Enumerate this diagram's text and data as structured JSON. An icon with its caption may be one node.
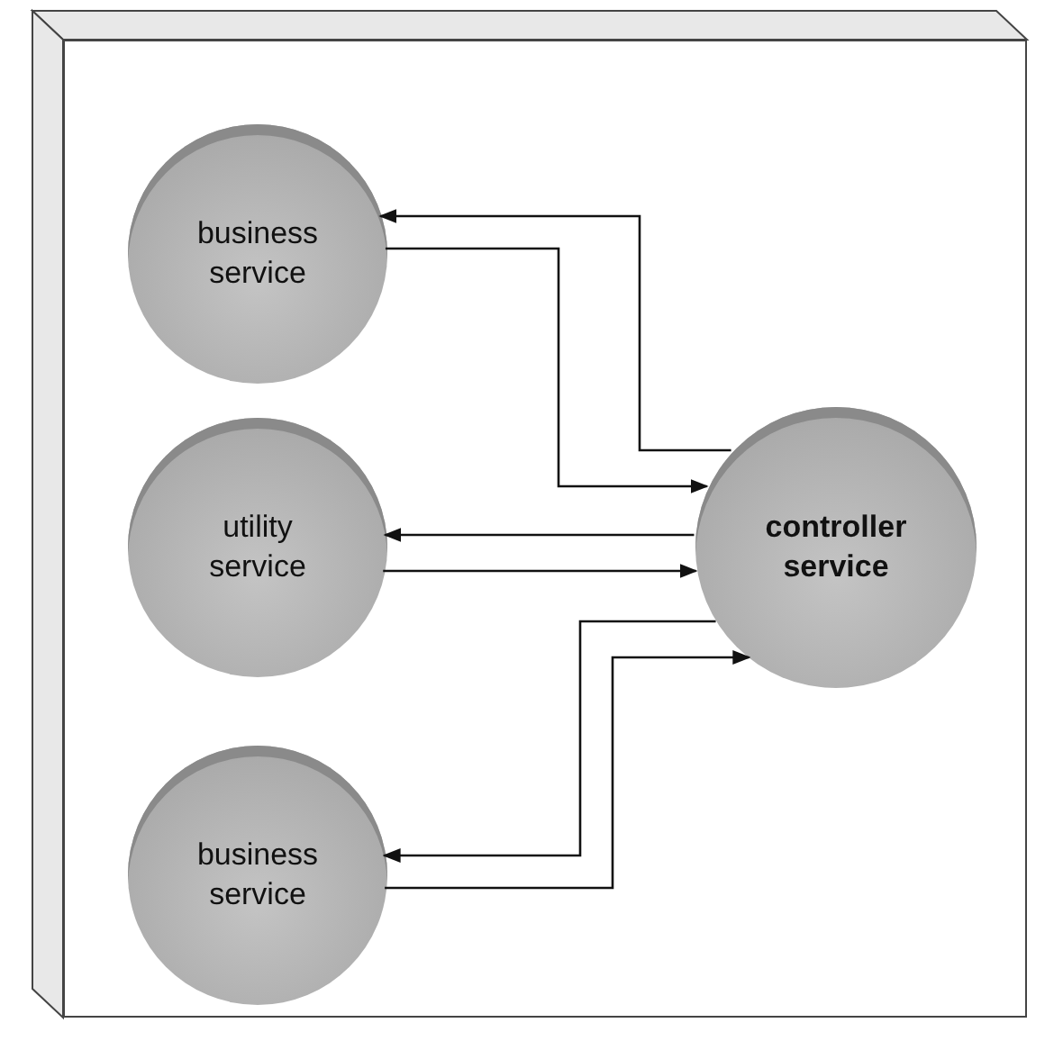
{
  "diagram": {
    "nodes": [
      {
        "text": [],
        "shape": "box"
      },
      {
        "text": [
          "business service"
        ],
        "in": 0
      },
      {
        "text": [
          "utility service"
        ],
        "in": 0
      },
      {
        "text": [
          "controller service"
        ],
        "in": 0
      },
      {
        "text": [
          "business service"
        ],
        "in": 0
      }
    ],
    "edges": [
      {
        "from": 3,
        "to": 1,
        "arrow": "to"
      },
      {
        "from": 1,
        "to": 3,
        "arrow": "to"
      },
      {
        "from": 3,
        "to": 2,
        "arrow": "to"
      },
      {
        "from": 2,
        "to": 3,
        "arrow": "to"
      },
      {
        "from": 3,
        "to": 4,
        "arrow": "to"
      },
      {
        "from": 4,
        "to": 3,
        "arrow": "to"
      }
    ]
  }
}
